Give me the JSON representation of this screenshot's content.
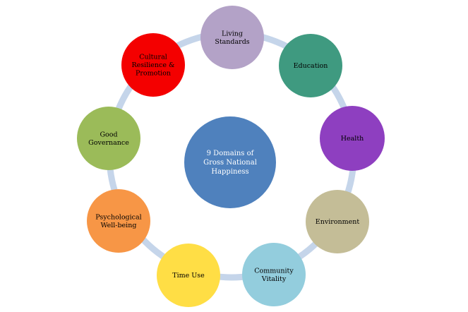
{
  "diagram": {
    "center": {
      "lines": [
        "9 Domains of",
        "Gross National",
        "Happiness"
      ],
      "color": "#4f81bd",
      "text_color": "#ffffff"
    },
    "ring_color": "#c5d5ea",
    "nodes": [
      {
        "id": "living-standards",
        "lines": [
          "Living",
          "Standards"
        ],
        "color": "#b3a2c7",
        "text_color": "#000000"
      },
      {
        "id": "education",
        "lines": [
          "Education"
        ],
        "color": "#3f9a80",
        "text_color": "#000000"
      },
      {
        "id": "health",
        "lines": [
          "Health"
        ],
        "color": "#8e3fc0",
        "text_color": "#000000"
      },
      {
        "id": "environment",
        "lines": [
          "Environment"
        ],
        "color": "#c4bd97",
        "text_color": "#000000"
      },
      {
        "id": "community-vitality",
        "lines": [
          "Community",
          "Vitality"
        ],
        "color": "#93cddd",
        "text_color": "#000000"
      },
      {
        "id": "time-use",
        "lines": [
          "Time Use"
        ],
        "color": "#ffde45",
        "text_color": "#000000"
      },
      {
        "id": "psychological-well-being",
        "lines": [
          "Psychological",
          "Well-being"
        ],
        "color": "#f79646",
        "text_color": "#000000"
      },
      {
        "id": "good-governance",
        "lines": [
          "Good",
          "Governance"
        ],
        "color": "#9bbb59",
        "text_color": "#000000"
      },
      {
        "id": "cultural-resilience",
        "lines": [
          "Cultural",
          "Resilience &",
          "Promotion"
        ],
        "color": "#f40000",
        "text_color": "#000000"
      }
    ]
  }
}
